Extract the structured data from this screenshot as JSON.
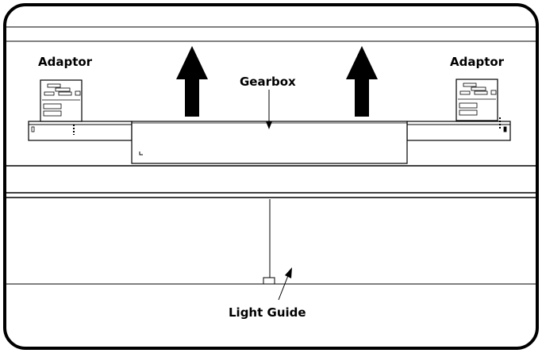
{
  "labels": {
    "adaptor_left": "Adaptor",
    "adaptor_right": "Adaptor",
    "gearbox": "Gearbox",
    "light_guide": "Light Guide"
  },
  "colors": {
    "stroke": "#000000",
    "background": "#ffffff"
  }
}
